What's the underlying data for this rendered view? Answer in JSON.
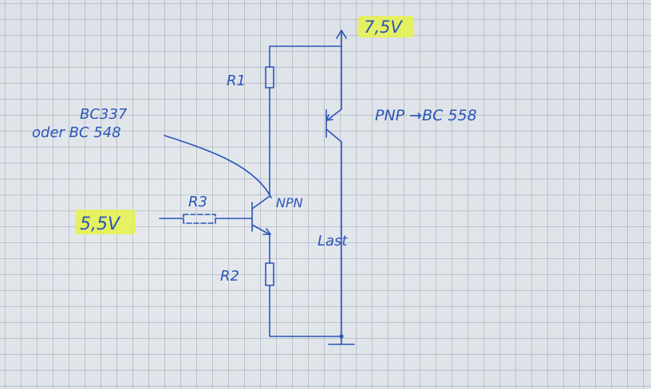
{
  "labels": {
    "vplus": "7,5V",
    "r1": "R1",
    "pnp": "PNP →BC 558",
    "transistor_line1": "BC337",
    "transistor_line2": "oder BC 548",
    "npn": "NPN",
    "r3": "R3",
    "vin": "5,5V",
    "load": "Last",
    "r2": "R2"
  },
  "colors": {
    "ink": "#2a55b8",
    "highlight": "#e6f24a",
    "paper": "#dde2e8"
  }
}
